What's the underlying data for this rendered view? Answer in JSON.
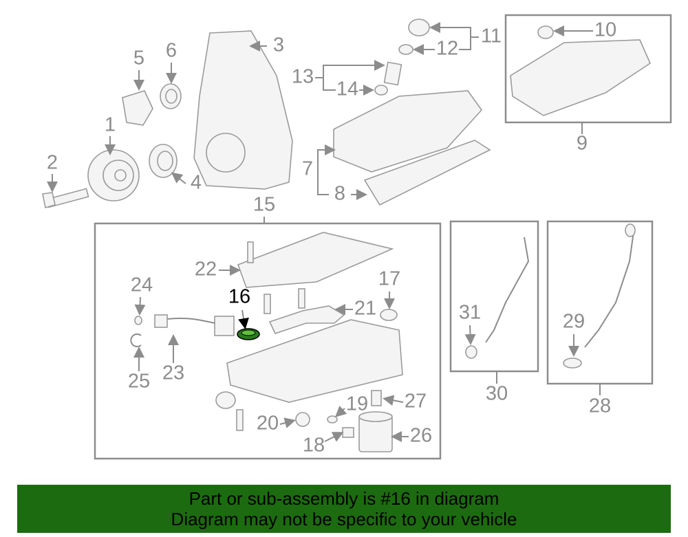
{
  "diagram": {
    "callouts": [
      "1",
      "2",
      "3",
      "4",
      "5",
      "6",
      "7",
      "8",
      "9",
      "10",
      "11",
      "12",
      "13",
      "14",
      "15",
      "16",
      "17",
      "18",
      "19",
      "20",
      "21",
      "22",
      "23",
      "24",
      "25",
      "26",
      "27",
      "28",
      "29",
      "30",
      "31"
    ],
    "highlighted_part": "16",
    "highlight_color": "#1d6b10"
  },
  "banner": {
    "line1": "Part or sub-assembly is #16 in diagram",
    "line2": "Diagram may not be specific to your vehicle",
    "background": "#1d6b10"
  }
}
